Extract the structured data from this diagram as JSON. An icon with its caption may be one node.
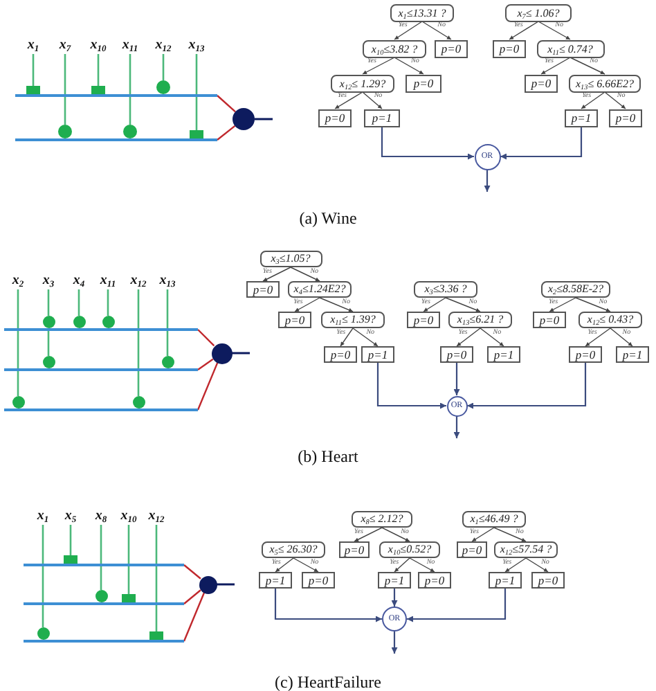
{
  "diagram": {
    "nodes": [
      {
        "text": [
          "x$_{1}$"
        ]
      },
      {
        "text": [
          "x$_{7}$"
        ]
      },
      {
        "text": [
          "x$_{10}$"
        ]
      },
      {
        "text": [
          "x$_{11}$"
        ]
      },
      {
        "text": [
          "x$_{12}$"
        ]
      },
      {
        "text": [
          "x$_{13}$"
        ]
      },
      {
        "text": [],
        "shape": "box"
      },
      {
        "text": [],
        "shape": "box"
      },
      {
        "text": [],
        "shape": "circle"
      },
      {
        "text": [],
        "shape": "circle"
      },
      {
        "text": [],
        "shape": "circle"
      },
      {
        "text": [],
        "shape": "box"
      },
      {
        "text": [],
        "shape": "bar"
      },
      {
        "text": [],
        "shape": "bar"
      },
      {
        "text": [],
        "shape": "circle"
      },
      {
        "text": [
          "x$_{1}$≤13.31 ?"
        ]
      },
      {
        "text": [
          "x$_{10}$≤3.82 ?"
        ]
      },
      {
        "text": [
          "p=0"
        ]
      },
      {
        "text": [
          "x$_{12}$≤ 1.29?"
        ]
      },
      {
        "text": [
          "p=0"
        ]
      },
      {
        "text": [
          "p=0"
        ]
      },
      {
        "text": [
          "p=1"
        ]
      },
      {
        "text": [
          "x$_{7}$≤ 1.06?"
        ]
      },
      {
        "text": [
          "p=0"
        ]
      },
      {
        "text": [
          "x$_{11}$≤ 0.74?"
        ]
      },
      {
        "text": [
          "p=0"
        ]
      },
      {
        "text": [
          "x$_{13}$≤ 6.66E2?"
        ]
      },
      {
        "text": [
          "p=1"
        ]
      },
      {
        "text": [
          "p=0"
        ]
      },
      {
        "text": [
          "OR"
        ]
      },
      {
        "text": [
          "x$_{2}$"
        ]
      },
      {
        "text": [
          "x$_{3}$"
        ]
      },
      {
        "text": [
          "x$_{4}$"
        ]
      },
      {
        "text": [
          "x$_{11}$"
        ]
      },
      {
        "text": [
          "x$_{12}$"
        ]
      },
      {
        "text": [
          "x$_{13}$"
        ]
      },
      {
        "text": [],
        "shape": "circle"
      },
      {
        "text": [],
        "shape": "circle"
      },
      {
        "text": [],
        "shape": "circle"
      },
      {
        "text": [],
        "shape": "circle"
      },
      {
        "text": [],
        "shape": "circle"
      },
      {
        "text": [],
        "shape": "circle"
      },
      {
        "text": [],
        "shape": "circle"
      },
      {
        "text": [],
        "shape": "bar"
      },
      {
        "text": [],
        "shape": "bar"
      },
      {
        "text": [],
        "shape": "bar"
      },
      {
        "text": [],
        "shape": "circle"
      },
      {
        "text": [
          "x$_{3}$≤1.05?"
        ]
      },
      {
        "text": [
          "p=0"
        ]
      },
      {
        "text": [
          "x$_{4}$≤1.24E2?"
        ]
      },
      {
        "text": [
          "p=0"
        ]
      },
      {
        "text": [
          "x$_{11}$≤ 1.39?"
        ]
      },
      {
        "text": [
          "p=0"
        ]
      },
      {
        "text": [
          "p=1"
        ]
      },
      {
        "text": [
          "x$_{3}$≤3.36 ?"
        ]
      },
      {
        "text": [
          "p=0"
        ]
      },
      {
        "text": [
          "x$_{13}$≤6.21 ?"
        ]
      },
      {
        "text": [
          "p=0"
        ]
      },
      {
        "text": [
          "p=1"
        ]
      },
      {
        "text": [
          "x$_{2}$≤8.58E-2?"
        ]
      },
      {
        "text": [
          "p=0"
        ]
      },
      {
        "text": [
          "x$_{12}$≤ 0.43?"
        ]
      },
      {
        "text": [
          "p=0"
        ]
      },
      {
        "text": [
          "p=1"
        ]
      },
      {
        "text": [
          "OR"
        ]
      },
      {
        "text": [
          "x$_{1}$"
        ]
      },
      {
        "text": [
          "x$_{5}$"
        ]
      },
      {
        "text": [
          "x$_{8}$"
        ]
      },
      {
        "text": [
          "x$_{10}$"
        ]
      },
      {
        "text": [
          "x$_{12}$"
        ]
      },
      {
        "text": [],
        "shape": "box"
      },
      {
        "text": [],
        "shape": "circle"
      },
      {
        "text": [],
        "shape": "box"
      },
      {
        "text": [],
        "shape": "circle"
      },
      {
        "text": [],
        "shape": "box"
      },
      {
        "text": [],
        "shape": "bar"
      },
      {
        "text": [],
        "shape": "bar"
      },
      {
        "text": [],
        "shape": "bar"
      },
      {
        "text": [],
        "shape": "circle"
      },
      {
        "text": [
          "x$_{5}$≤ 26.30?"
        ]
      },
      {
        "text": [
          "p=1"
        ]
      },
      {
        "text": [
          "p=0"
        ]
      },
      {
        "text": [
          "x$_{8}$≤ 2.12?"
        ]
      },
      {
        "text": [
          "p=0"
        ]
      },
      {
        "text": [
          "x$_{10}$≤0.52?"
        ]
      },
      {
        "text": [
          "p=1"
        ]
      },
      {
        "text": [
          "p=0"
        ]
      },
      {
        "text": [
          "x$_{1}$≤46.49 ?"
        ]
      },
      {
        "text": [
          "p=0"
        ]
      },
      {
        "text": [
          "x$_{12}$≤57.54 ?"
        ]
      },
      {
        "text": [
          "p=1"
        ]
      },
      {
        "text": [
          "p=0"
        ]
      },
      {
        "text": [
          "OR"
        ]
      }
    ],
    "edges": [
      {
        "from": 0,
        "to": 6,
        "arrow": "none",
        "color": "#4cb87a"
      },
      {
        "from": 1,
        "to": 9,
        "arrow": "none",
        "color": "#4cb87a"
      },
      {
        "from": 2,
        "to": 7,
        "arrow": "none",
        "color": "#4cb87a"
      },
      {
        "from": 3,
        "to": 10,
        "arrow": "none",
        "color": "#4cb87a"
      },
      {
        "from": 4,
        "to": 8,
        "arrow": "none",
        "color": "#4cb87a"
      },
      {
        "from": 5,
        "to": 11,
        "arrow": "none",
        "color": "#4cb87a"
      },
      {
        "from": 12,
        "to": 14,
        "arrow": "none",
        "color": "#c0282d"
      },
      {
        "from": 13,
        "to": 14,
        "arrow": "none",
        "color": "#c0282d"
      },
      {
        "from": 14,
        "to": null,
        "arrow": "none",
        "color": "#0d1b5e"
      },
      {
        "from": 15,
        "to": 16,
        "arrow": "to",
        "label": "Yes"
      },
      {
        "from": 15,
        "to": 17,
        "arrow": "to",
        "label": "No"
      },
      {
        "from": 16,
        "to": 18,
        "arrow": "to",
        "label": "Yes"
      },
      {
        "from": 16,
        "to": 19,
        "arrow": "to",
        "label": "No"
      },
      {
        "from": 18,
        "to": 20,
        "arrow": "to",
        "label": "Yes"
      },
      {
        "from": 18,
        "to": 21,
        "arrow": "to",
        "label": "No"
      },
      {
        "from": 22,
        "to": 23,
        "arrow": "to",
        "label": "Yes"
      },
      {
        "from": 22,
        "to": 24,
        "arrow": "to",
        "label": "No"
      },
      {
        "from": 24,
        "to": 25,
        "arrow": "to",
        "label": "Yes"
      },
      {
        "from": 24,
        "to": 26,
        "arrow": "to",
        "label": "No"
      },
      {
        "from": 26,
        "to": 27,
        "arrow": "to",
        "label": "Yes"
      },
      {
        "from": 26,
        "to": 28,
        "arrow": "to",
        "label": "No"
      },
      {
        "from": 21,
        "to": 29,
        "arrow": "to",
        "color": "#3b4b7e"
      },
      {
        "from": 27,
        "to": 29,
        "arrow": "to",
        "color": "#3b4b7e"
      },
      {
        "from": 29,
        "to": null,
        "arrow": "to",
        "color": "#3b4b7e"
      },
      {
        "from": 30,
        "to": 41,
        "arrow": "none",
        "color": "#4cb87a"
      },
      {
        "from": 31,
        "to": 36,
        "arrow": "none",
        "color": "#4cb87a"
      },
      {
        "from": 36,
        "to": 39,
        "arrow": "none",
        "color": "#4cb87a"
      },
      {
        "from": 32,
        "to": 37,
        "arrow": "none",
        "color": "#4cb87a"
      },
      {
        "from": 33,
        "to": 38,
        "arrow": "none",
        "color": "#4cb87a"
      },
      {
        "from": 34,
        "to": 42,
        "arrow": "none",
        "color": "#4cb87a"
      },
      {
        "from": 35,
        "to": 40,
        "arrow": "none",
        "color": "#4cb87a"
      },
      {
        "from": 43,
        "to": 46,
        "arrow": "none",
        "color": "#c0282d"
      },
      {
        "from": 44,
        "to": 46,
        "arrow": "none",
        "color": "#c0282d"
      },
      {
        "from": 45,
        "to": 46,
        "arrow": "none",
        "color": "#c0282d"
      },
      {
        "from": 46,
        "to": null,
        "arrow": "none",
        "color": "#0d1b5e"
      },
      {
        "from": 47,
        "to": 48,
        "arrow": "to",
        "label": "Yes"
      },
      {
        "from": 47,
        "to": 49,
        "arrow": "to",
        "label": "No"
      },
      {
        "from": 49,
        "to": 50,
        "arrow": "to",
        "label": "Yes"
      },
      {
        "from": 49,
        "to": 51,
        "arrow": "to",
        "label": "No"
      },
      {
        "from": 51,
        "to": 52,
        "arrow": "to",
        "label": "Yes"
      },
      {
        "from": 51,
        "to": 53,
        "arrow": "to",
        "label": "No"
      },
      {
        "from": 54,
        "to": 55,
        "arrow": "to",
        "label": "Yes"
      },
      {
        "from": 54,
        "to": 56,
        "arrow": "to",
        "label": "No"
      },
      {
        "from": 56,
        "to": 57,
        "arrow": "to",
        "label": "Yes"
      },
      {
        "from": 56,
        "to": 58,
        "arrow": "to",
        "label": "No"
      },
      {
        "from": 59,
        "to": 60,
        "arrow": "to",
        "label": "Yes"
      },
      {
        "from": 59,
        "to": 61,
        "arrow": "to",
        "label": "No"
      },
      {
        "from": 61,
        "to": 62,
        "arrow": "to",
        "label": "Yes"
      },
      {
        "from": 61,
        "to": 63,
        "arrow": "to",
        "label": "No"
      },
      {
        "from": 53,
        "to": 64,
        "arrow": "to",
        "color": "#3b4b7e"
      },
      {
        "from": 57,
        "to": 64,
        "arrow": "to",
        "color": "#3b4b7e"
      },
      {
        "from": 62,
        "to": 64,
        "arrow": "to",
        "color": "#3b4b7e"
      },
      {
        "from": 64,
        "to": null,
        "arrow": "to",
        "color": "#3b4b7e"
      },
      {
        "from": 65,
        "to": 73,
        "arrow": "none",
        "color": "#4cb87a"
      },
      {
        "from": 66,
        "to": 70,
        "arrow": "none",
        "color": "#4cb87a"
      },
      {
        "from": 67,
        "to": 71,
        "arrow": "none",
        "color": "#4cb87a"
      },
      {
        "from": 68,
        "to": 72,
        "arrow": "none",
        "color": "#4cb87a"
      },
      {
        "from": 69,
        "to": 74,
        "arrow": "none",
        "color": "#4cb87a"
      },
      {
        "from": 75,
        "to": 78,
        "arrow": "none",
        "color": "#c0282d"
      },
      {
        "from": 76,
        "to": 78,
        "arrow": "none",
        "color": "#c0282d"
      },
      {
        "from": 77,
        "to": 78,
        "arrow": "none",
        "color": "#c0282d"
      },
      {
        "from": 78,
        "to": null,
        "arrow": "none",
        "color": "#0d1b5e"
      },
      {
        "from": 79,
        "to": 80,
        "arrow": "to",
        "label": "Yes"
      },
      {
        "from": 79,
        "to": 81,
        "arrow": "to",
        "label": "No"
      },
      {
        "from": 82,
        "to": 83,
        "arrow": "to",
        "label": "Yes"
      },
      {
        "from": 82,
        "to": 84,
        "arrow": "to",
        "label": "No"
      },
      {
        "from": 84,
        "to": 85,
        "arrow": "to",
        "label": "Yes"
      },
      {
        "from": 84,
        "to": 86,
        "arrow": "to",
        "label": "No"
      },
      {
        "from": 87,
        "to": 88,
        "arrow": "to",
        "label": "Yes"
      },
      {
        "from": 87,
        "to": 89,
        "arrow": "to",
        "label": "No"
      },
      {
        "from": 89,
        "to": 90,
        "arrow": "to",
        "label": "Yes"
      },
      {
        "from": 89,
        "to": 91,
        "arrow": "to",
        "label": "No"
      },
      {
        "from": 80,
        "to": 92,
        "arrow": "to",
        "color": "#3b4b7e"
      },
      {
        "from": 85,
        "to": 92,
        "arrow": "to",
        "color": "#3b4b7e"
      },
      {
        "from": 90,
        "to": 92,
        "arrow": "to",
        "color": "#3b4b7e"
      },
      {
        "from": 92,
        "to": null,
        "arrow": "to",
        "color": "#3b4b7e"
      }
    ],
    "labels": [
      "(a) Wine",
      "(b) Heart",
      "(c) HeartFailure"
    ]
  }
}
